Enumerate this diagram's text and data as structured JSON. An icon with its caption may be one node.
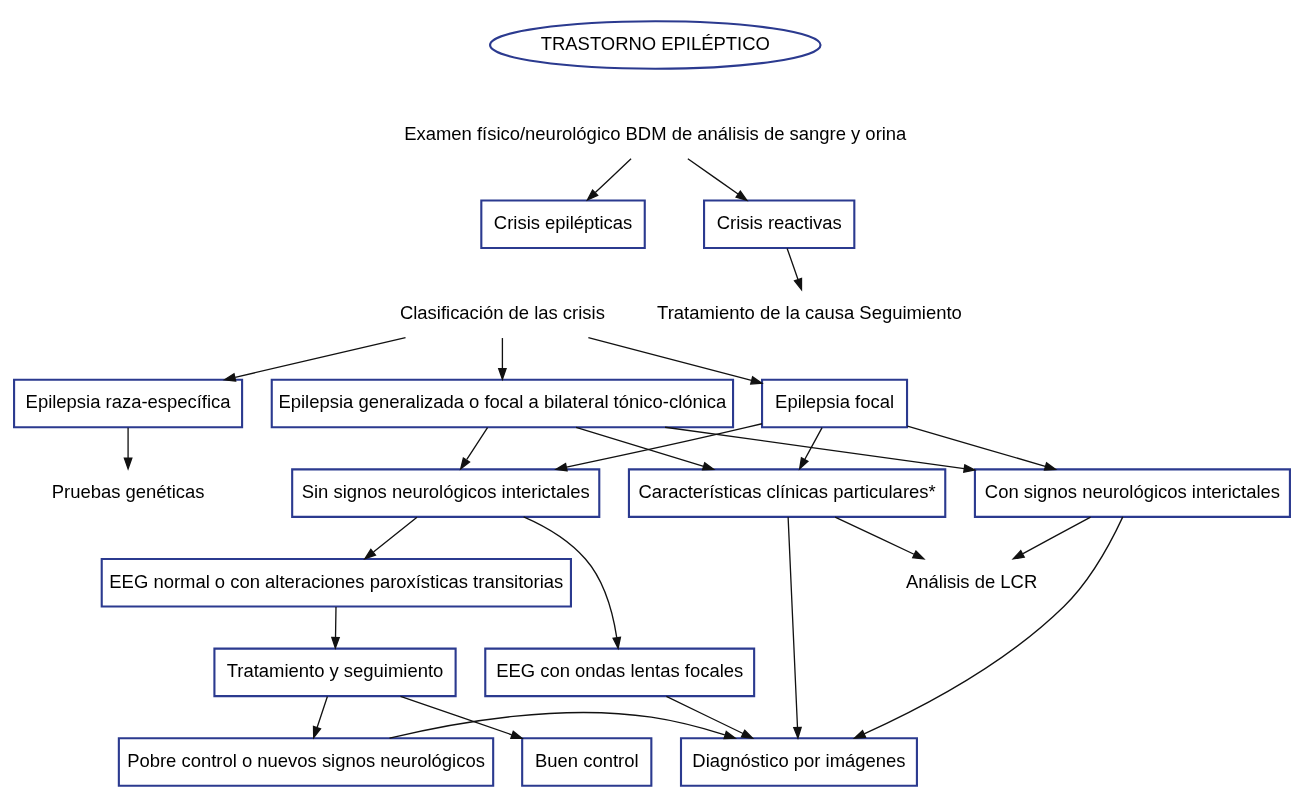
{
  "diagram": {
    "nodes": [
      {
        "text": [
          "TRASTORNO EPILÉPTICO"
        ]
      },
      {
        "text": [
          "Examen físico/neurológico BDM de análisis de sangre y orina"
        ]
      },
      {
        "text": [
          "Crisis epilépticas"
        ]
      },
      {
        "text": [
          "Crisis reactivas"
        ]
      },
      {
        "text": [
          "Tratamiento de la causa Seguimiento"
        ]
      },
      {
        "text": [
          "Clasificación de las crisis"
        ]
      },
      {
        "text": [
          "Epilepsia raza-específica"
        ]
      },
      {
        "text": [
          "Epilepsia focal"
        ]
      },
      {
        "text": [
          "Epilepsia generalizada o focal a bilateral tónico-clónica"
        ]
      },
      {
        "text": [
          "Pruebas genéticas"
        ]
      },
      {
        "text": [
          "Sin signos neurológicos interictales"
        ]
      },
      {
        "text": [
          "Con signos neurológicos interictales"
        ]
      },
      {
        "text": [
          "Características clínicas particulares*"
        ]
      },
      {
        "text": [
          "EEG normal o con alteraciones paroxísticas transitorias"
        ]
      },
      {
        "text": [
          "EEG con ondas lentas focales"
        ]
      },
      {
        "text": [
          "Análisis de LCR"
        ]
      },
      {
        "text": [
          "Tratamiento y seguimiento"
        ]
      },
      {
        "text": [
          "Buen control"
        ]
      },
      {
        "text": [
          "Pobre control o nuevos signos neurológicos"
        ]
      },
      {
        "text": [
          "Diagnóstico por imágenes"
        ]
      }
    ],
    "edges": [
      {
        "from": 1,
        "to": 2,
        "arrow": "to"
      },
      {
        "from": 1,
        "to": 3,
        "arrow": "to"
      },
      {
        "from": 3,
        "to": 4,
        "arrow": "to"
      },
      {
        "from": 5,
        "to": 6,
        "arrow": "to"
      },
      {
        "from": 5,
        "to": 7,
        "arrow": "to"
      },
      {
        "from": 5,
        "to": 8,
        "arrow": "to"
      },
      {
        "from": 6,
        "to": 9,
        "arrow": "to"
      },
      {
        "from": 7,
        "to": 10,
        "arrow": "to"
      },
      {
        "from": 7,
        "to": 11,
        "arrow": "to"
      },
      {
        "from": 7,
        "to": 12,
        "arrow": "to"
      },
      {
        "from": 8,
        "to": 10,
        "arrow": "to"
      },
      {
        "from": 8,
        "to": 11,
        "arrow": "to"
      },
      {
        "from": 8,
        "to": 12,
        "arrow": "to"
      },
      {
        "from": 10,
        "to": 13,
        "arrow": "to"
      },
      {
        "from": 10,
        "to": 14,
        "arrow": "to"
      },
      {
        "from": 11,
        "to": 15,
        "arrow": "to"
      },
      {
        "from": 11,
        "to": 19,
        "arrow": "to"
      },
      {
        "from": 12,
        "to": 15,
        "arrow": "to"
      },
      {
        "from": 12,
        "to": 19,
        "arrow": "to"
      },
      {
        "from": 13,
        "to": 16,
        "arrow": "to"
      },
      {
        "from": 14,
        "to": 19,
        "arrow": "to"
      },
      {
        "from": 16,
        "to": 17,
        "arrow": "to"
      },
      {
        "from": 16,
        "to": 18,
        "arrow": "to"
      },
      {
        "from": 18,
        "to": 19,
        "arrow": "to"
      }
    ]
  }
}
